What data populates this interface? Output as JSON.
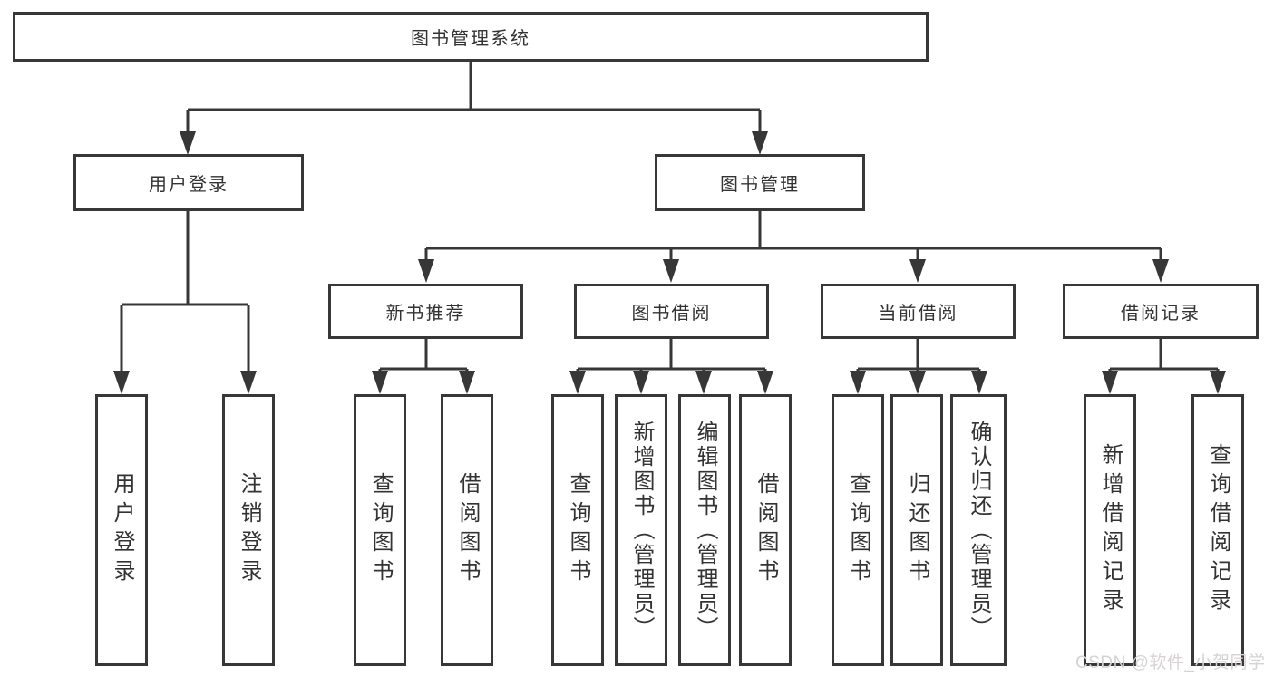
{
  "diagram": {
    "root": {
      "label": "图书管理系统"
    },
    "children": [
      {
        "label": "用户登录",
        "children": [
          {
            "label": "用户登录"
          },
          {
            "label": "注销登录"
          }
        ]
      },
      {
        "label": "图书管理",
        "children": [
          {
            "label": "新书推荐",
            "children": [
              {
                "label": "查询图书"
              },
              {
                "label": "借阅图书"
              }
            ]
          },
          {
            "label": "图书借阅",
            "children": [
              {
                "label": "查询图书"
              },
              {
                "label": "新增图书（管理员）"
              },
              {
                "label": "编辑图书（管理员）"
              },
              {
                "label": "借阅图书"
              }
            ]
          },
          {
            "label": "当前借阅",
            "children": [
              {
                "label": "查询图书"
              },
              {
                "label": "归还图书"
              },
              {
                "label": "确认归还（管理员）"
              }
            ]
          },
          {
            "label": "借阅记录",
            "children": [
              {
                "label": "新增借阅记录"
              },
              {
                "label": "查询借阅记录"
              }
            ]
          }
        ]
      }
    ]
  },
  "watermark": {
    "text": "CSDN @软件_小贺同学"
  },
  "colors": {
    "background": "#ffffff",
    "line": "#373737",
    "text": "#333333",
    "watermark": "#d6d3d3"
  }
}
